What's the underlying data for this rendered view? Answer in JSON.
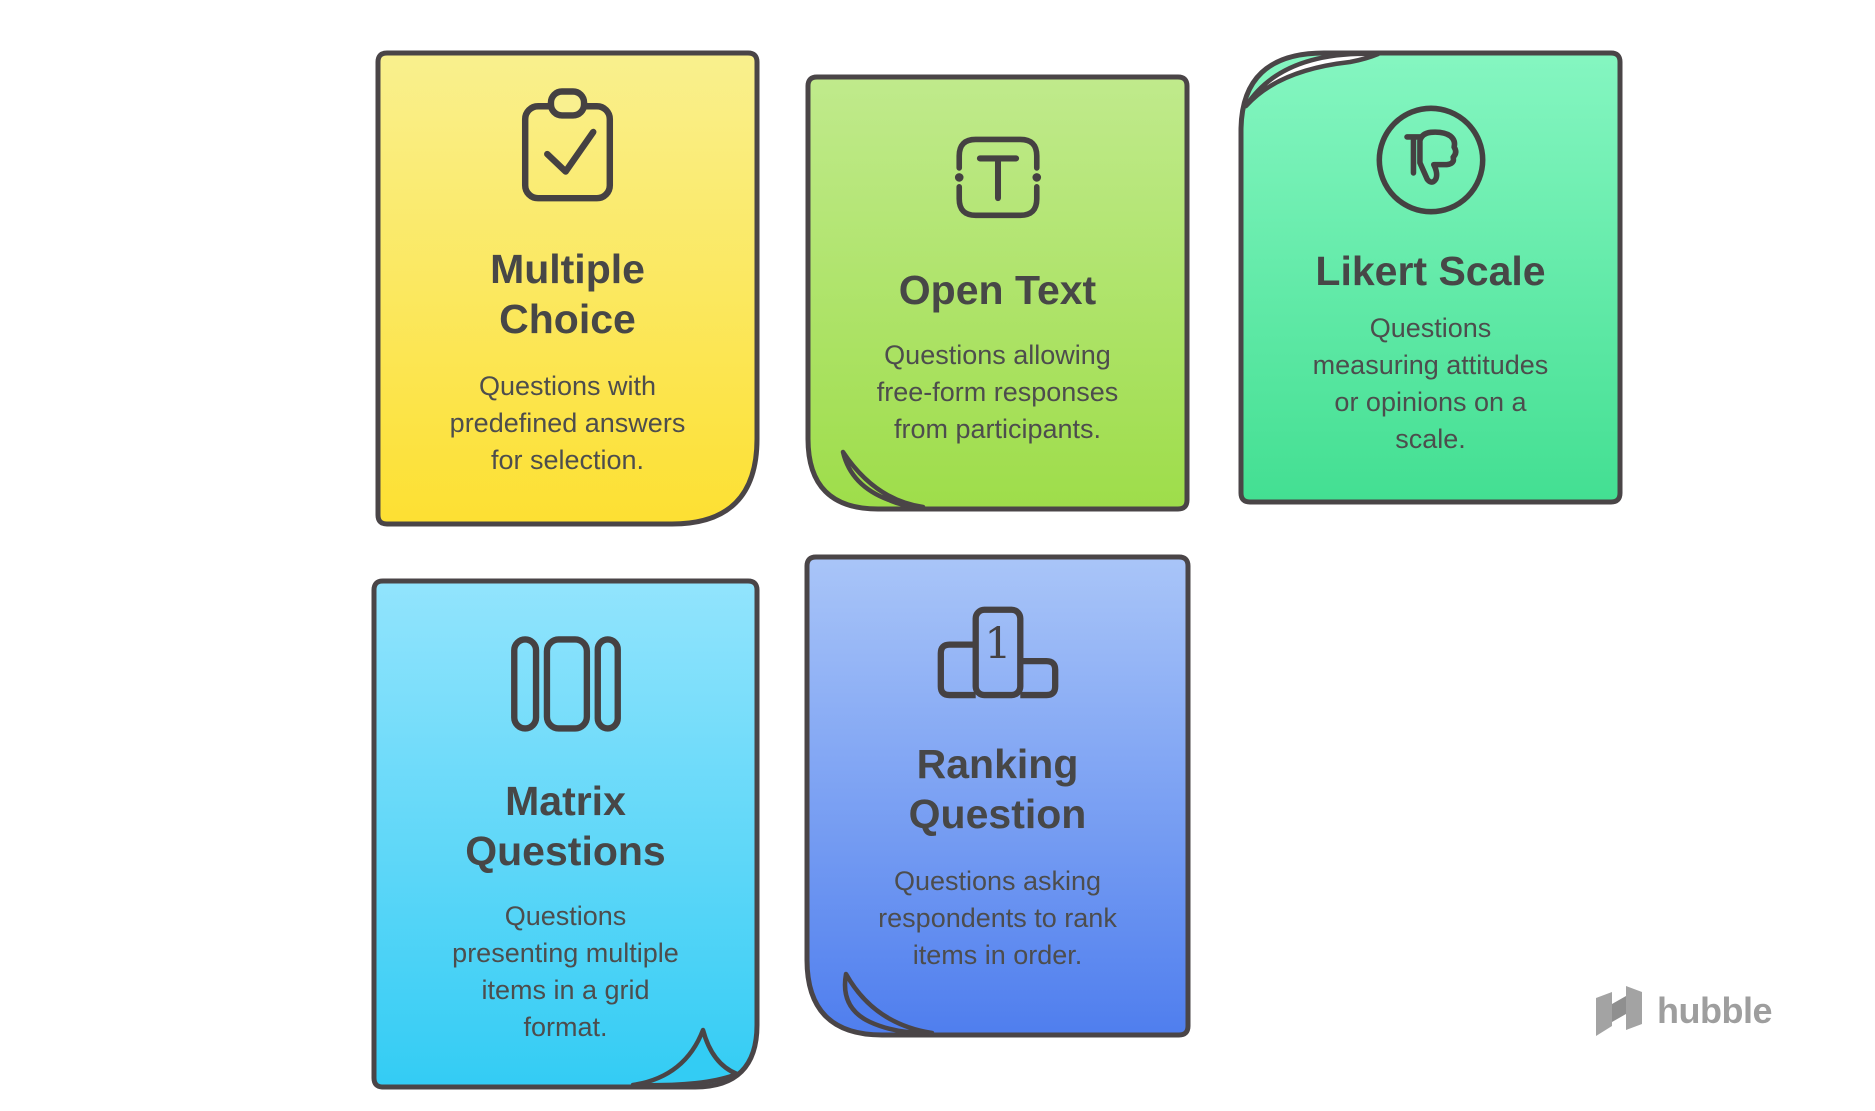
{
  "background_color": "#ffffff",
  "outline_color": "#4a4547",
  "title_color": "#474747",
  "body_color": "#4d4d4d",
  "cards": [
    {
      "id": "multiple-choice",
      "icon": "clipboard-check-icon",
      "title_lines": [
        "Multiple",
        "Choice"
      ],
      "description_lines": [
        "Questions with",
        "predefined answers",
        "for selection."
      ],
      "color_top": "#f9f08e",
      "color_bottom": "#fde032",
      "curl_corner": "bottom-right"
    },
    {
      "id": "open-text",
      "icon": "text-input-box-icon",
      "title_lines": [
        "Open Text"
      ],
      "description_lines": [
        "Questions allowing",
        "free-form responses",
        "from participants."
      ],
      "color_top": "#c0ea8c",
      "color_bottom": "#9edd4a",
      "curl_corner": "bottom-left"
    },
    {
      "id": "likert-scale",
      "icon": "thumbs-down-circle-icon",
      "title_lines": [
        "Likert Scale"
      ],
      "description_lines": [
        "Questions",
        "measuring attitudes",
        "or opinions on a",
        "scale."
      ],
      "color_top": "#85f6c1",
      "color_bottom": "#43df92",
      "curl_corner": "top-left"
    },
    {
      "id": "matrix-questions",
      "icon": "grid-columns-icon",
      "title_lines": [
        "Matrix",
        "Questions"
      ],
      "description_lines": [
        "Questions",
        "presenting multiple",
        "items in a grid",
        "format."
      ],
      "color_top": "#92e4fd",
      "color_bottom": "#33ccf4",
      "curl_corner": "bottom-right"
    },
    {
      "id": "ranking-question",
      "icon": "podium-icon",
      "icon_label": "1",
      "title_lines": [
        "Ranking",
        "Question"
      ],
      "description_lines": [
        "Questions asking",
        "respondents to rank",
        "items in order."
      ],
      "color_top": "#a9c5f8",
      "color_bottom": "#4f7eee",
      "curl_corner": "bottom-left"
    }
  ],
  "brand": {
    "name": "hubble",
    "color": "#9e9e9e"
  }
}
